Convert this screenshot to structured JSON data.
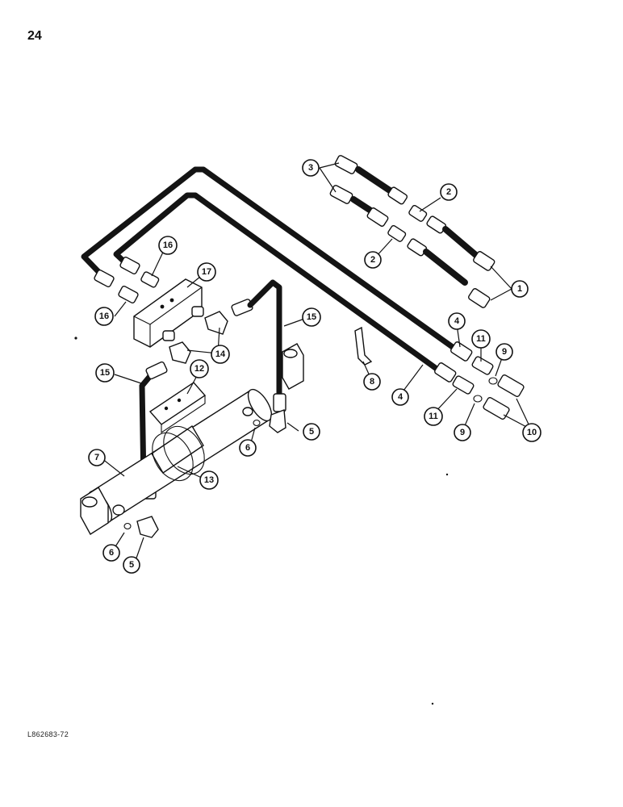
{
  "page_number": "24",
  "drawing_code": "L862683-72",
  "callouts": [
    {
      "id": "c1",
      "label": "1"
    },
    {
      "id": "c2a",
      "label": "2"
    },
    {
      "id": "c2b",
      "label": "2"
    },
    {
      "id": "c3",
      "label": "3"
    },
    {
      "id": "c4a",
      "label": "4"
    },
    {
      "id": "c4b",
      "label": "4"
    },
    {
      "id": "c5a",
      "label": "5"
    },
    {
      "id": "c5b",
      "label": "5"
    },
    {
      "id": "c6a",
      "label": "6"
    },
    {
      "id": "c6b",
      "label": "6"
    },
    {
      "id": "c7",
      "label": "7"
    },
    {
      "id": "c8",
      "label": "8"
    },
    {
      "id": "c9a",
      "label": "9"
    },
    {
      "id": "c9b",
      "label": "9"
    },
    {
      "id": "c10",
      "label": "10"
    },
    {
      "id": "c11a",
      "label": "11"
    },
    {
      "id": "c11b",
      "label": "11"
    },
    {
      "id": "c12",
      "label": "12"
    },
    {
      "id": "c13",
      "label": "13"
    },
    {
      "id": "c14",
      "label": "14"
    },
    {
      "id": "c15a",
      "label": "15"
    },
    {
      "id": "c15b",
      "label": "15"
    },
    {
      "id": "c16a",
      "label": "16"
    },
    {
      "id": "c16b",
      "label": "16"
    },
    {
      "id": "c17",
      "label": "17"
    }
  ]
}
